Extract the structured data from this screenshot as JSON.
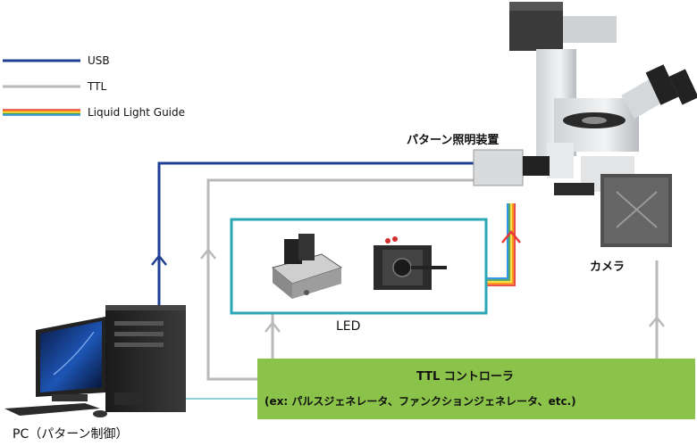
{
  "legend": {
    "usb": "USB",
    "ttl": "TTL",
    "llg": "Liquid Light Guide"
  },
  "labels": {
    "pattern_illuminator": "パターン照明装置",
    "camera": "カメラ",
    "led": "LED",
    "ttl_controller": "TTL コントローラ",
    "ttl_controller_examples": "(ex: パルスジェネレータ、ファンクションジェネレータ、etc.)",
    "pc": "PC（パターン制御）"
  },
  "colors": {
    "usb": "#1f3f95",
    "ttl": "#b9b9b9",
    "led_box": "#2aa6b7",
    "controller_fill": "#8bc34a",
    "rainbow": [
      "#e53935",
      "#fb8c00",
      "#fdd835",
      "#43a047",
      "#1e88e5"
    ]
  },
  "icons": {
    "microscope": "inverted-microscope-icon",
    "pc": "desktop-pc-icon",
    "led": "led-light-source-icon"
  }
}
